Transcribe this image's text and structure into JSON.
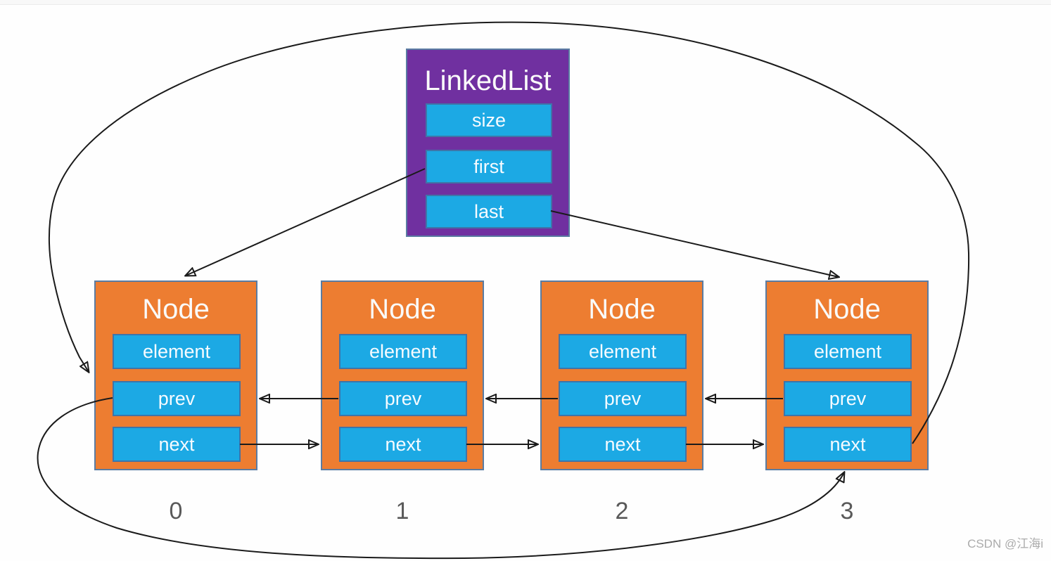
{
  "linkedlist": {
    "title": "LinkedList",
    "fields": [
      "size",
      "first",
      "last"
    ]
  },
  "nodes": [
    {
      "title": "Node",
      "fields": [
        "element",
        "prev",
        "next"
      ],
      "index": "0"
    },
    {
      "title": "Node",
      "fields": [
        "element",
        "prev",
        "next"
      ],
      "index": "1"
    },
    {
      "title": "Node",
      "fields": [
        "element",
        "prev",
        "next"
      ],
      "index": "2"
    },
    {
      "title": "Node",
      "fields": [
        "element",
        "prev",
        "next"
      ],
      "index": "3"
    }
  ],
  "edges": [
    {
      "from": "linkedlist.first",
      "to": "node-0"
    },
    {
      "from": "linkedlist.last",
      "to": "node-3"
    },
    {
      "from": "node-0.next",
      "to": "node-1"
    },
    {
      "from": "node-1.next",
      "to": "node-2"
    },
    {
      "from": "node-2.next",
      "to": "node-3"
    },
    {
      "from": "node-1.prev",
      "to": "node-0"
    },
    {
      "from": "node-2.prev",
      "to": "node-1"
    },
    {
      "from": "node-3.prev",
      "to": "node-2"
    },
    {
      "from": "node-3.next",
      "to": "node-0",
      "style": "loop-over-top"
    },
    {
      "from": "node-0.prev",
      "to": "node-3",
      "style": "loop-under-bottom"
    }
  ],
  "watermark": "CSDN @江海i",
  "colors": {
    "linkedlist_fill": "#7030A0",
    "node_fill": "#ED7D31",
    "field_fill": "#1CA9E4",
    "box_border": "#5a7ca2",
    "arrow": "#1a1a1a",
    "index_text": "#595959",
    "watermark_text": "#ababab"
  }
}
